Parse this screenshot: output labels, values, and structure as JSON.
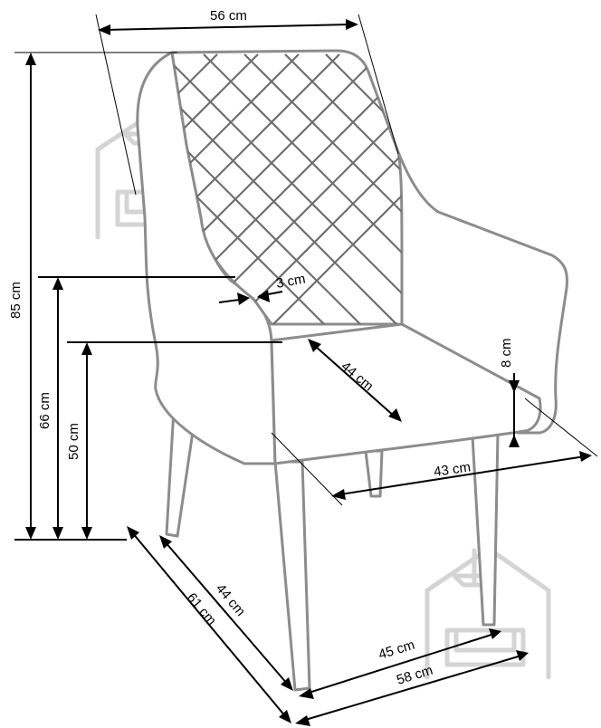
{
  "dimensions": {
    "top_width": "56 cm",
    "total_height": "85 cm",
    "armrest_height": "66 cm",
    "seat_height": "50 cm",
    "arm_thickness": "3 cm",
    "seat_depth": "44 cm",
    "arm_above_seat": "8 cm",
    "seat_width": "43 cm",
    "base_depth": "44 cm",
    "overall_depth": "61 cm",
    "base_width": "45 cm",
    "overall_width": "58 cm"
  },
  "icons": [
    "furniture-house-watermark",
    "furniture-house-watermark"
  ]
}
